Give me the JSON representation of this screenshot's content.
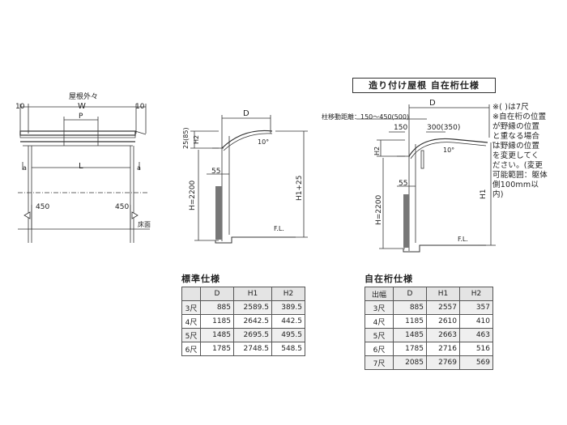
{
  "title_box": "造り付け屋根 自在桁仕様",
  "note_lines": [
    "※( )は7尺",
    "※自在桁の位置",
    "が野縁の位置",
    "と重なる場合",
    "は野縁の位置",
    "を変更してく",
    "ださい。(変更",
    "可能範囲：躯体",
    "側100mm以",
    "内)"
  ],
  "front_view": {
    "roof_outer": "屋根外々",
    "w": "W",
    "p": "P",
    "l": "L",
    "dim_10_left": "10",
    "dim_10_right": "10",
    "a_left": "a",
    "a_right": "a",
    "dim_450_left": "450",
    "dim_450_right": "450",
    "floor": "床面"
  },
  "side_std": {
    "d": "D",
    "h2_range": "25(85)",
    "h2": "H2",
    "deg": "10°",
    "dim_55": "55",
    "h_2200": "H=2200",
    "h1_25": "H1+25",
    "fl": "F.L."
  },
  "side_free": {
    "beam_range": "柱移動距離：150～450(500)",
    "d": "D",
    "dim_150": "150",
    "dim_300": "300(350)",
    "h2": "H2",
    "deg": "10°",
    "dim_55": "55",
    "h_2200": "H=2200",
    "h1": "H1",
    "fl": "F.L."
  },
  "std_table": {
    "title": "標準仕様",
    "headers": [
      "",
      "D",
      "H1",
      "H2"
    ],
    "rows": [
      [
        "3尺",
        "885",
        "2589.5",
        "389.5"
      ],
      [
        "4尺",
        "1185",
        "2642.5",
        "442.5"
      ],
      [
        "5尺",
        "1485",
        "2695.5",
        "495.5"
      ],
      [
        "6尺",
        "1785",
        "2748.5",
        "548.5"
      ]
    ]
  },
  "free_table": {
    "title": "自在桁仕様",
    "headers": [
      "出幅",
      "D",
      "H1",
      "H2"
    ],
    "rows": [
      [
        "3尺",
        "885",
        "2557",
        "357"
      ],
      [
        "4尺",
        "1185",
        "2610",
        "410"
      ],
      [
        "5尺",
        "1485",
        "2663",
        "463"
      ],
      [
        "6尺",
        "1785",
        "2716",
        "516"
      ],
      [
        "7尺",
        "2085",
        "2769",
        "569"
      ]
    ]
  }
}
